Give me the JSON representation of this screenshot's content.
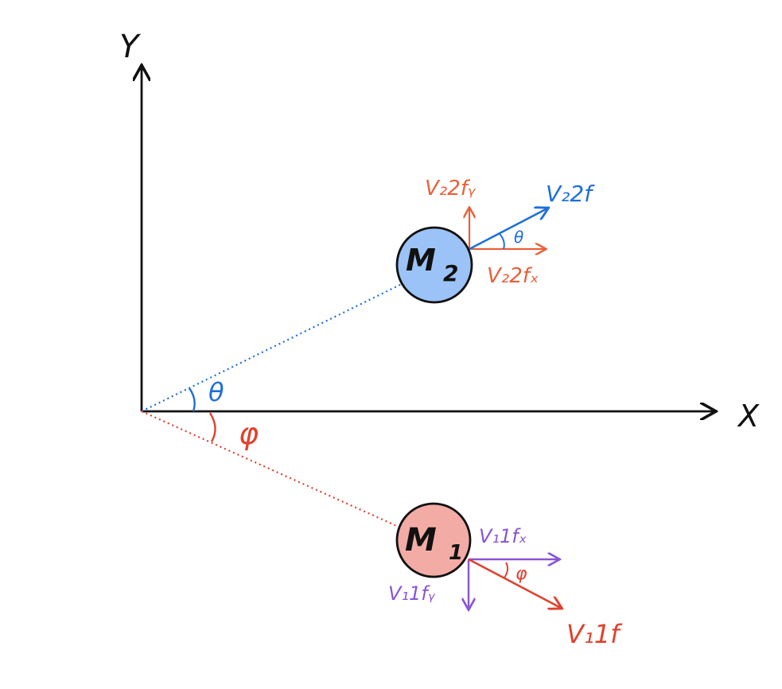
{
  "axes": {
    "x_label": "X",
    "y_label": "Y"
  },
  "angles": {
    "theta": "θ",
    "phi": "φ"
  },
  "mass2": {
    "label": "M",
    "subscript": "2",
    "fill": "#9cc3f7",
    "vector": "V₂2f",
    "component_x": "V₂2fₓ",
    "component_y": "V₂2fᵧ",
    "angle": "θ"
  },
  "mass1": {
    "label": "M",
    "subscript": "1",
    "fill": "#f3aba6",
    "vector": "V₁1f",
    "component_x": "V₁1fₓ",
    "component_y": "V₁1fᵧ",
    "angle": "φ"
  },
  "colors": {
    "axis": "#111111",
    "blue": "#1f6fd9",
    "red": "#e0422e",
    "orange": "#e8603a",
    "purple": "#8a55d6"
  }
}
